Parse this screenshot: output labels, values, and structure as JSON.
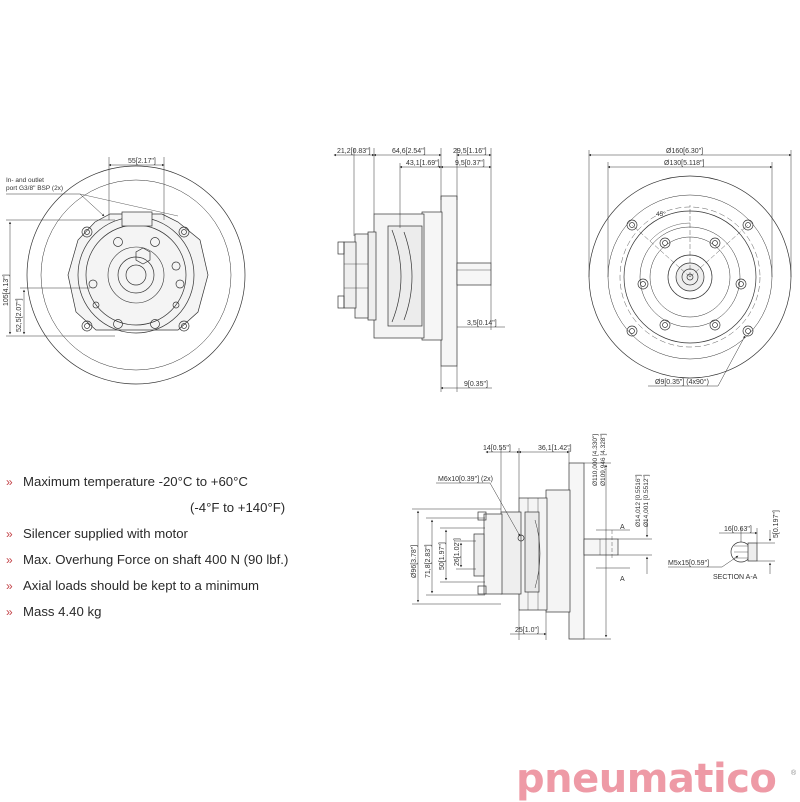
{
  "views": {
    "front_left": {
      "port_label_1": "In- and outlet",
      "port_label_2": "port G3/8\" BSP (2x)",
      "dim_width": "55[2.17\"]",
      "dim_height_outer": "105[4.13\"]",
      "dim_height_inner": "52,5[2.07\"]"
    },
    "side": {
      "dim_1": "21,2[0.83\"]",
      "dim_2": "64,6[2.54\"]",
      "dim_3": "29,5[1.16\"]",
      "dim_4": "43,1[1.69\"]",
      "dim_5": "9,5[0.37\"]",
      "dim_6": "3,5[0.14\"]",
      "dim_7": "9[0.35\"]"
    },
    "flange": {
      "dim_outer": "Ø160[6.30\"]",
      "dim_bolt_circle": "Ø130[5.118\"]",
      "angle": "45°",
      "holes": "Ø9[0.35\"] (4x90°)"
    },
    "section_view": {
      "dim_top_1": "14[0.55\"]",
      "dim_top_2": "36,1[1.42\"]",
      "thread_label": "M6x10[0.39\"] (2x)",
      "dim_d1": "Ø110,000 [4.330\"]",
      "dim_d1b": "Ø109,946 [4.328\"]",
      "dim_shaft_1": "Ø14,012 [0.5516\"]",
      "dim_shaft_2": "Ø14,001 [0.5512\"]",
      "dim_v1": "Ø96[3.78\"]",
      "dim_v2": "71,8[2.83\"]",
      "dim_v3": "50[1.97\"]",
      "dim_v4": "26[1.02\"]",
      "dim_bottom": "25[1.0\"]",
      "section_marker": "A"
    },
    "section_aa": {
      "dim_key": "16[0.63\"]",
      "dim_h": "5[0.197\"]",
      "thread": "M5x15[0.59\"]",
      "title": "SECTION A-A"
    }
  },
  "specs": [
    {
      "bullet": "»",
      "text": "Maximum temperature -20°C to +60°C"
    },
    {
      "bullet": "",
      "text": "(-4°F to +140°F)"
    },
    {
      "bullet": "»",
      "text": "Silencer supplied with motor"
    },
    {
      "bullet": "»",
      "text": "Max. Overhung Force on shaft 400 N (90 lbf.)"
    },
    {
      "bullet": "»",
      "text": "Axial loads should be kept to a minimum"
    },
    {
      "bullet": "»",
      "text": "Mass 4.40 kg"
    }
  ],
  "brand": {
    "name": "pneumatico",
    "registered": "®",
    "color": "#ee9aa6",
    "bullet_color": "#c4454a"
  }
}
